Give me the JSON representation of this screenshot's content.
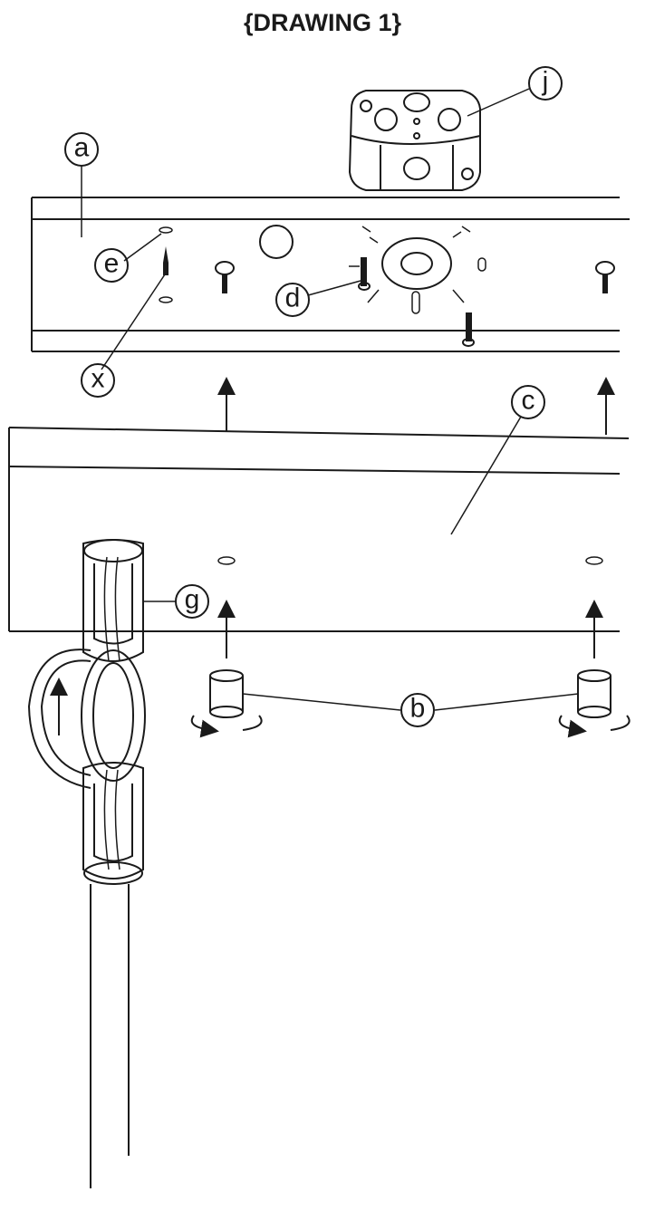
{
  "title": "{DRAWING 1}",
  "labels": {
    "a": "a",
    "b": "b",
    "c": "c",
    "d": "d",
    "e": "e",
    "g": "g",
    "j": "j",
    "x": "x"
  },
  "colors": {
    "ink": "#1a1a1a",
    "background": "#ffffff"
  }
}
